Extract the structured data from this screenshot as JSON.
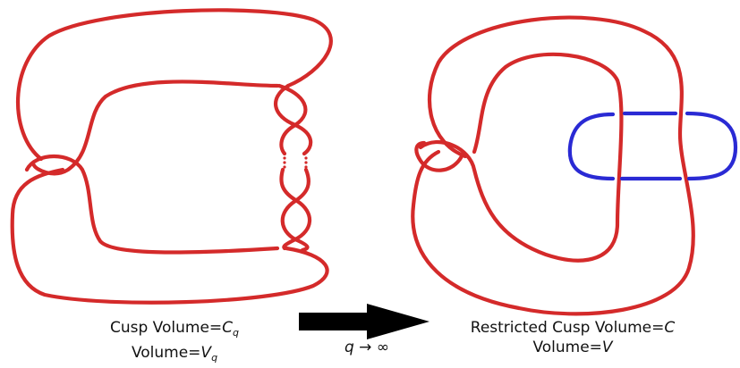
{
  "colors": {
    "knot": "#d42a2a",
    "circle": "#2a2ad4",
    "arrow": "#000000"
  },
  "left_caption": {
    "line1_prefix": "Cusp Volume=",
    "line1_var": "C",
    "line1_sub": "q",
    "line2_prefix": "Volume=",
    "line2_var": "V",
    "line2_sub": "q"
  },
  "arrow_label": {
    "var": "q",
    "rest": " → ∞"
  },
  "right_caption": {
    "line1_prefix": "Restricted Cusp Volume=",
    "line1_var": "C",
    "line2_prefix": "Volume=",
    "line2_var": "V"
  }
}
